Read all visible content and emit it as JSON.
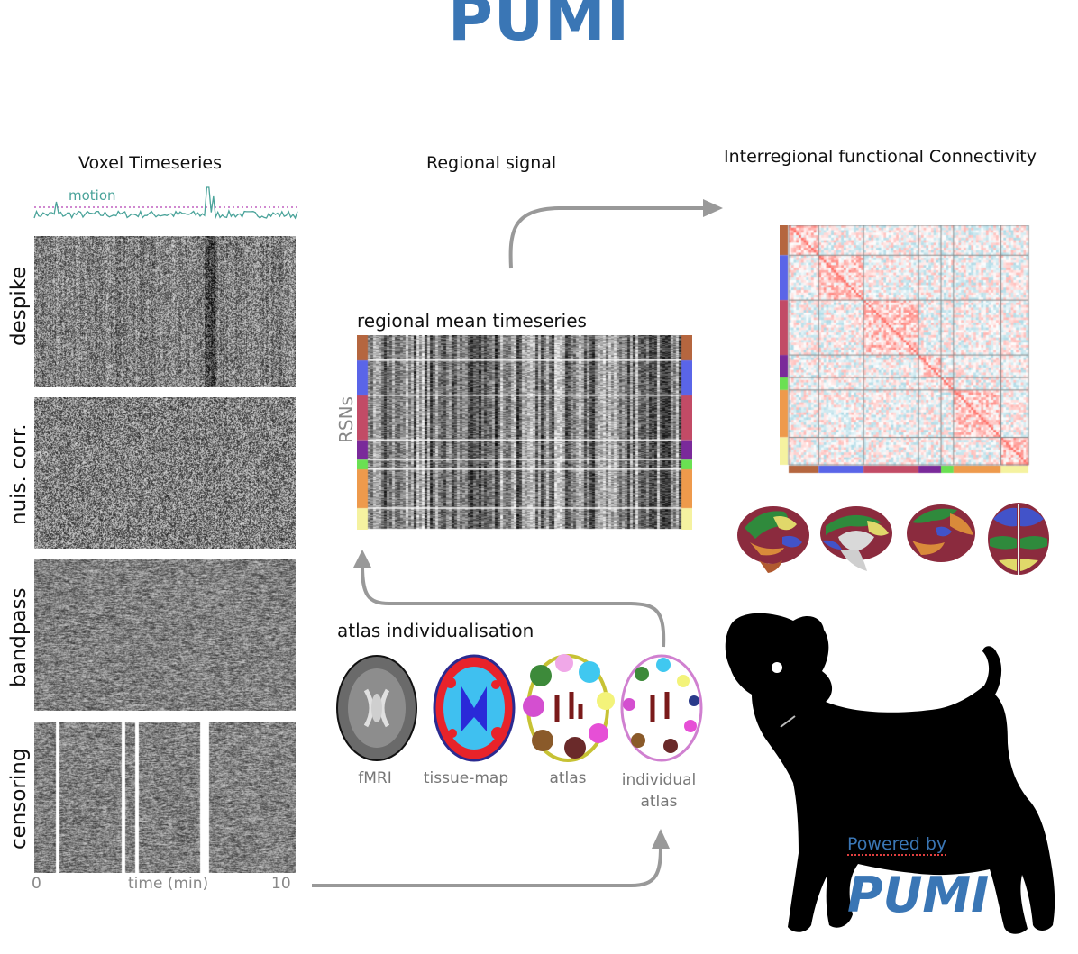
{
  "title": "PUMI",
  "columns": {
    "voxel": "Voxel Timeseries",
    "regional": "Regional signal",
    "connectivity": "Interregional functional Connectivity"
  },
  "voxel": {
    "motion_label": "motion",
    "steps": [
      "despike",
      "nuis. corr.",
      "bandpass",
      "censoring"
    ],
    "x_start": "0",
    "x_label": "time (min)",
    "x_end": "10"
  },
  "regional": {
    "heading": "regional mean timeseries",
    "ylabel": "RSNs",
    "rsn_colors": [
      "#b5663f",
      "#5a65e8",
      "#c24b66",
      "#7a2a9a",
      "#6ae052",
      "#ee9a4c",
      "#f5f2a0"
    ]
  },
  "atlas": {
    "heading": "atlas individualisation",
    "items": [
      {
        "label": "fMRI"
      },
      {
        "label": "tissue-map"
      },
      {
        "label": "atlas"
      },
      {
        "label": "individual\natlas"
      }
    ]
  },
  "logo": {
    "powered_by": "Powered by",
    "brand": "PUMI"
  },
  "colors": {
    "brand_blue": "#3a76b5",
    "arrow_grey": "#999999",
    "motion_line": "#4aa39a",
    "threshold": "#c060c0"
  }
}
